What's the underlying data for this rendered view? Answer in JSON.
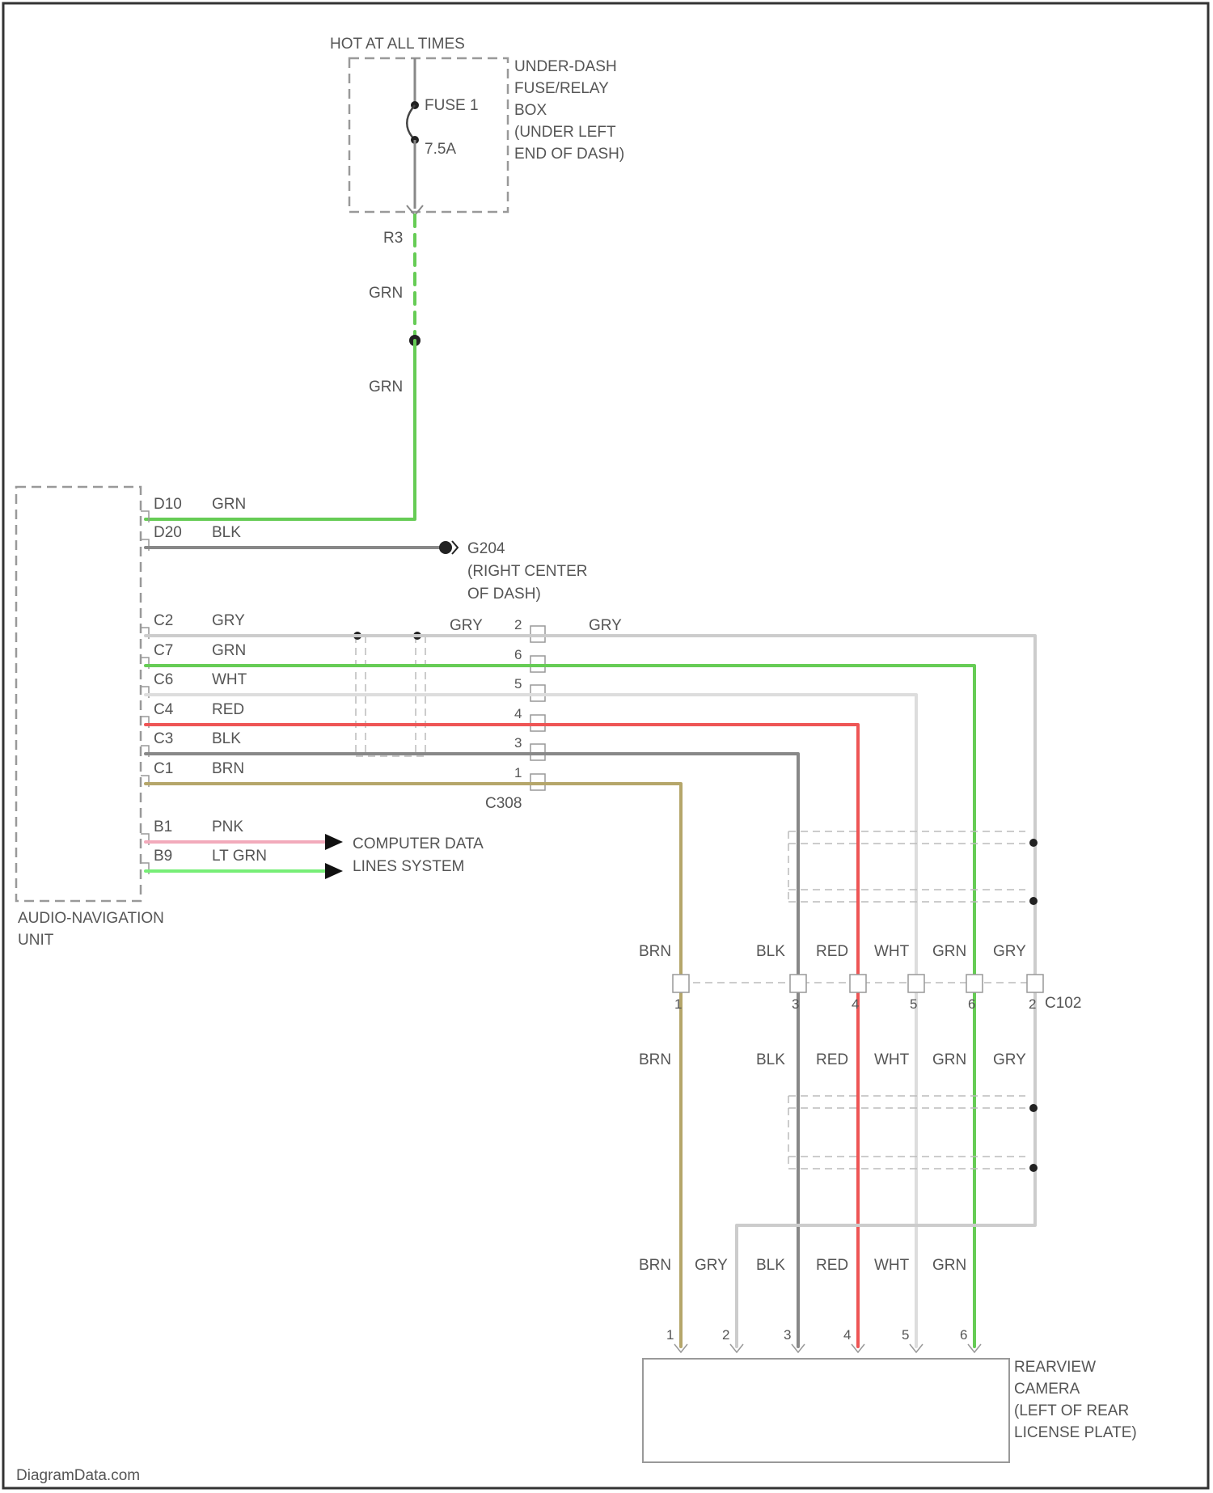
{
  "colors": {
    "GRN": "#66cc55",
    "BLK": "#888888",
    "GRY": "#cccccc",
    "WHT": "#dddddd",
    "RED": "#ee5555",
    "BRN": "#b5a66a",
    "PNK": "#f2aabb",
    "LT GRN": "#77ee77"
  },
  "power": {
    "header": "HOT AT ALL TIMES",
    "fuse_name": "FUSE 1",
    "fuse_rating": "7.5A",
    "fuse_box_lines": [
      "UNDER-DASH",
      "FUSE/RELAY",
      "BOX",
      "(UNDER LEFT",
      "END OF DASH)"
    ],
    "terminal": "R3",
    "wire_color_1": "GRN",
    "wire_color_2": "GRN"
  },
  "unit": {
    "name_lines": [
      "AUDIO-NAVIGATION",
      "UNIT"
    ],
    "pins": [
      {
        "pin": "D10",
        "color": "GRN"
      },
      {
        "pin": "D20",
        "color": "BLK"
      },
      {
        "pin": "C2",
        "color": "GRY"
      },
      {
        "pin": "C7",
        "color": "GRN"
      },
      {
        "pin": "C6",
        "color": "WHT"
      },
      {
        "pin": "C4",
        "color": "RED"
      },
      {
        "pin": "C3",
        "color": "BLK"
      },
      {
        "pin": "C1",
        "color": "BRN"
      },
      {
        "pin": "B1",
        "color": "PNK"
      },
      {
        "pin": "B9",
        "color": "LT GRN"
      }
    ]
  },
  "ground": {
    "id": "G204",
    "location_lines": [
      "(RIGHT CENTER",
      "OF DASH)"
    ]
  },
  "data_lines": [
    "COMPUTER DATA",
    "LINES SYSTEM"
  ],
  "c308": {
    "id": "C308",
    "wire_label": "GRY",
    "out_label": "GRY",
    "pins": [
      "2",
      "6",
      "5",
      "4",
      "3",
      "1"
    ]
  },
  "c102": {
    "id": "C102",
    "top_labels": [
      "BRN",
      "BLK",
      "RED",
      "WHT",
      "GRN",
      "GRY"
    ],
    "pins": [
      "1",
      "3",
      "4",
      "5",
      "6",
      "2"
    ],
    "bottom_labels": [
      "BRN",
      "BLK",
      "RED",
      "WHT",
      "GRN",
      "GRY"
    ]
  },
  "camera": {
    "wire_labels": [
      "BRN",
      "GRY",
      "BLK",
      "RED",
      "WHT",
      "GRN"
    ],
    "pins": [
      "1",
      "2",
      "3",
      "4",
      "5",
      "6"
    ],
    "name_lines": [
      "REARVIEW",
      "CAMERA",
      "(LEFT OF REAR",
      "LICENSE PLATE)"
    ]
  },
  "watermark": "DiagramData.com"
}
